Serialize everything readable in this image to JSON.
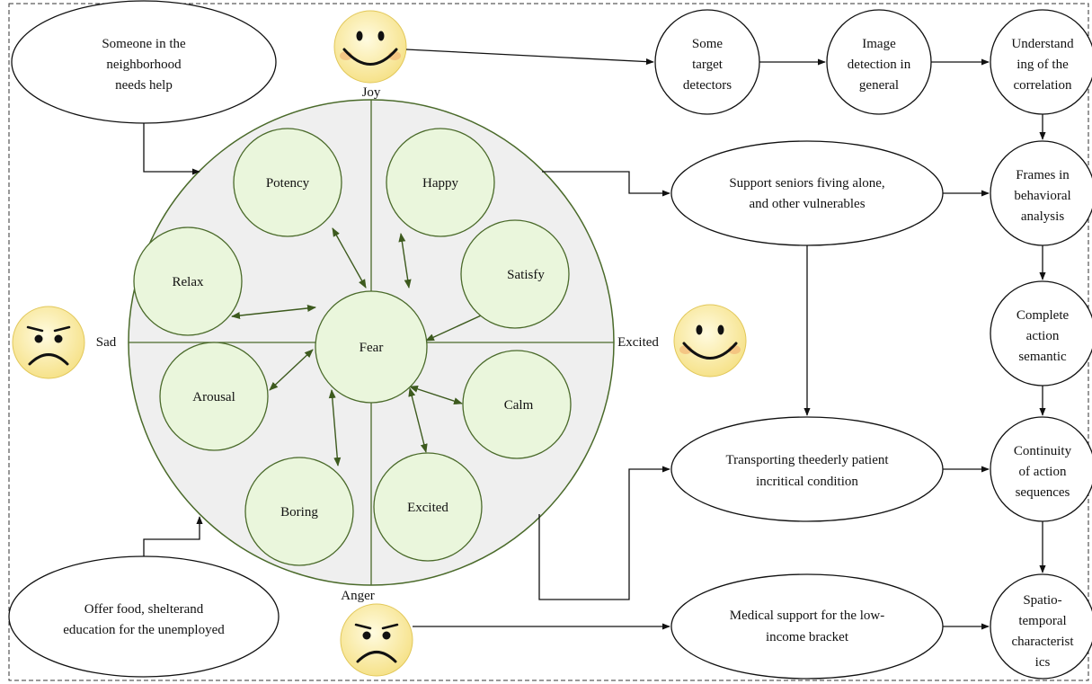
{
  "wheel": {
    "axis_top": "Joy",
    "axis_bottom": "Anger",
    "axis_left": "Sad",
    "axis_right": "Excited",
    "center": "Fear",
    "emotions": {
      "potency": "Potency",
      "happy": "Happy",
      "relax": "Relax",
      "satisfy": "Satisfy",
      "arousal": "Arousal",
      "calm": "Calm",
      "boring": "Boring",
      "excited": "Excited"
    }
  },
  "inputs": {
    "neighborhood": [
      "Someone in the",
      "neighborhood",
      "needs help"
    ],
    "unemployed": [
      "Offer food, shelterand",
      "education for the unemployed"
    ]
  },
  "services": {
    "seniors": [
      "Support seniors fiving alone,",
      "and other vulnerables"
    ],
    "transport": [
      "Transporting theederly patient",
      "incritical condition"
    ],
    "medical": [
      "Medical support for the low-",
      "income bracket"
    ]
  },
  "pipeline": {
    "target": [
      "Some",
      "target",
      "detectors"
    ],
    "image": [
      "Image",
      "detection in",
      "general"
    ],
    "understanding": [
      "Understand",
      "ing of the",
      "correlation"
    ],
    "frames": [
      "Frames in",
      "behavioral",
      "analysis"
    ],
    "complete": [
      "Complete",
      "action",
      "semantic"
    ],
    "continuity": [
      "Continuity",
      "of action",
      "sequences"
    ],
    "spatio": [
      "Spatio-",
      "temporal",
      "characterist",
      "ics"
    ]
  },
  "colors": {
    "wheel_fill": "#efefef",
    "wheel_stroke": "#4a6a2a",
    "emotion_fill": "#eaf6dc",
    "arrow_green": "#3d5a1e",
    "face_fill": "#fbf0a8",
    "face_edge": "#e2c85a",
    "cheek": "#f2b676",
    "line": "#111111"
  }
}
